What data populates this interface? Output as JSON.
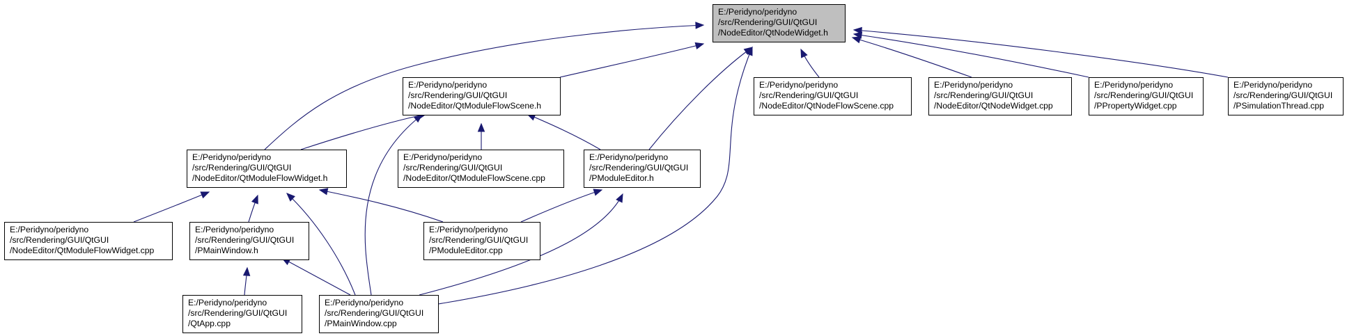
{
  "diagram": {
    "title": "",
    "colors": {
      "edge": "#191970",
      "root_fill": "#bfbfbf",
      "node_fill": "#ffffff",
      "node_border": "#000000"
    },
    "nodes": [
      {
        "id": "qtnodewidget_h",
        "root": true,
        "lines": [
          "E:/Peridyno/peridyno",
          "/src/Rendering/GUI/QtGUI",
          "/NodeEditor/QtNodeWidget.h"
        ]
      },
      {
        "id": "qtmoduleflowscene_h",
        "lines": [
          "E:/Peridyno/peridyno",
          "/src/Rendering/GUI/QtGUI",
          "/NodeEditor/QtModuleFlowScene.h"
        ]
      },
      {
        "id": "qtnodeflowscene_cpp",
        "lines": [
          "E:/Peridyno/peridyno",
          "/src/Rendering/GUI/QtGUI",
          "/NodeEditor/QtNodeFlowScene.cpp"
        ]
      },
      {
        "id": "qtnodewidget_cpp",
        "lines": [
          "E:/Peridyno/peridyno",
          "/src/Rendering/GUI/QtGUI",
          "/NodeEditor/QtNodeWidget.cpp"
        ]
      },
      {
        "id": "ppropertywidget_cpp",
        "lines": [
          "E:/Peridyno/peridyno",
          "/src/Rendering/GUI/QtGUI",
          "/PPropertyWidget.cpp"
        ]
      },
      {
        "id": "psimulationthread_cpp",
        "lines": [
          "E:/Peridyno/peridyno",
          "/src/Rendering/GUI/QtGUI",
          "/PSimulationThread.cpp"
        ]
      },
      {
        "id": "qtmoduleflowwidget_h",
        "lines": [
          "E:/Peridyno/peridyno",
          "/src/Rendering/GUI/QtGUI",
          "/NodeEditor/QtModuleFlowWidget.h"
        ]
      },
      {
        "id": "qtmoduleflowscene_cpp",
        "lines": [
          "E:/Peridyno/peridyno",
          "/src/Rendering/GUI/QtGUI",
          "/NodeEditor/QtModuleFlowScene.cpp"
        ]
      },
      {
        "id": "pmoduleeditor_h",
        "lines": [
          "E:/Peridyno/peridyno",
          "/src/Rendering/GUI/QtGUI",
          "/PModuleEditor.h"
        ]
      },
      {
        "id": "qtmoduleflowwidget_cpp",
        "lines": [
          "E:/Peridyno/peridyno",
          "/src/Rendering/GUI/QtGUI",
          "/NodeEditor/QtModuleFlowWidget.cpp"
        ]
      },
      {
        "id": "pmainwindow_h",
        "lines": [
          "E:/Peridyno/peridyno",
          "/src/Rendering/GUI/QtGUI",
          "/PMainWindow.h"
        ]
      },
      {
        "id": "pmoduleeditor_cpp",
        "lines": [
          "E:/Peridyno/peridyno",
          "/src/Rendering/GUI/QtGUI",
          "/PModuleEditor.cpp"
        ]
      },
      {
        "id": "qtapp_cpp",
        "lines": [
          "E:/Peridyno/peridyno",
          "/src/Rendering/GUI/QtGUI",
          "/QtApp.cpp"
        ]
      },
      {
        "id": "pmainwindow_cpp",
        "lines": [
          "E:/Peridyno/peridyno",
          "/src/Rendering/GUI/QtGUI",
          "/PMainWindow.cpp"
        ]
      }
    ],
    "edges": [
      {
        "from": "qtmoduleflowscene_h",
        "to": "qtnodewidget_h"
      },
      {
        "from": "qtnodeflowscene_cpp",
        "to": "qtnodewidget_h"
      },
      {
        "from": "qtnodewidget_cpp",
        "to": "qtnodewidget_h"
      },
      {
        "from": "ppropertywidget_cpp",
        "to": "qtnodewidget_h"
      },
      {
        "from": "psimulationthread_cpp",
        "to": "qtnodewidget_h"
      },
      {
        "from": "qtmoduleflowwidget_h",
        "to": "qtnodewidget_h"
      },
      {
        "from": "pmoduleeditor_h",
        "to": "qtnodewidget_h"
      },
      {
        "from": "pmainwindow_cpp",
        "to": "qtnodewidget_h"
      },
      {
        "from": "qtmoduleflowwidget_h",
        "to": "qtmoduleflowscene_h"
      },
      {
        "from": "qtmoduleflowscene_cpp",
        "to": "qtmoduleflowscene_h"
      },
      {
        "from": "pmoduleeditor_h",
        "to": "qtmoduleflowscene_h"
      },
      {
        "from": "pmainwindow_cpp",
        "to": "qtmoduleflowscene_h"
      },
      {
        "from": "qtmoduleflowwidget_cpp",
        "to": "qtmoduleflowwidget_h"
      },
      {
        "from": "pmainwindow_h",
        "to": "qtmoduleflowwidget_h"
      },
      {
        "from": "pmoduleeditor_cpp",
        "to": "qtmoduleflowwidget_h"
      },
      {
        "from": "pmainwindow_cpp",
        "to": "qtmoduleflowwidget_h"
      },
      {
        "from": "pmoduleeditor_cpp",
        "to": "pmoduleeditor_h"
      },
      {
        "from": "pmainwindow_cpp",
        "to": "pmoduleeditor_h"
      },
      {
        "from": "qtapp_cpp",
        "to": "pmainwindow_h"
      },
      {
        "from": "pmainwindow_cpp",
        "to": "pmainwindow_h"
      }
    ]
  }
}
